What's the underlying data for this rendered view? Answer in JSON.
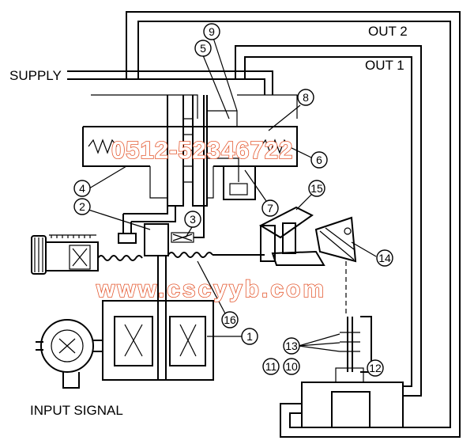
{
  "labels": {
    "supply": "SUPPLY",
    "out1": "OUT 1",
    "out2": "OUT 2",
    "input_signal": "INPUT SIGNAL"
  },
  "callouts": [
    "1",
    "2",
    "3",
    "4",
    "5",
    "6",
    "7",
    "8",
    "9",
    "10",
    "11",
    "12",
    "13",
    "14",
    "15",
    "16"
  ],
  "watermarks": {
    "phone": "0512-52346722",
    "website": "www.cscyyb.com"
  }
}
